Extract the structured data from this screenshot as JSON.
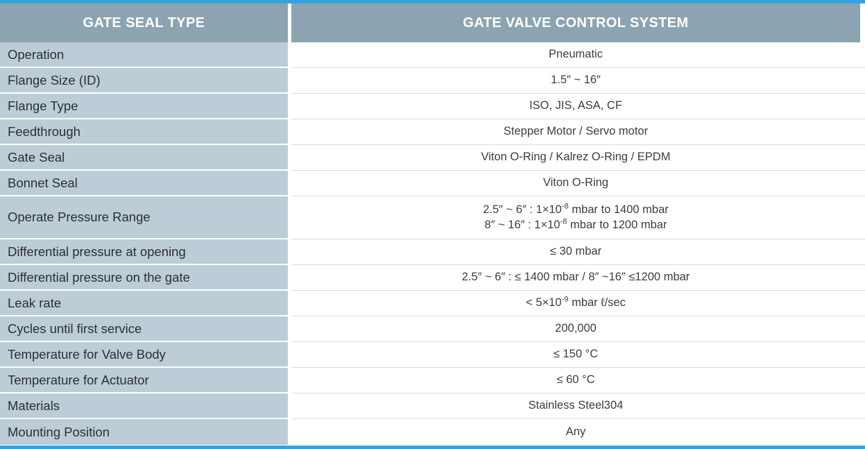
{
  "colors": {
    "accent_line": "#34a3dd",
    "header_bg": "#8ca4b1",
    "label_bg": "#bccdd7",
    "value_bg": "#ffffff",
    "text_dark": "#2c2f33",
    "row_divider": "#dcdcdc"
  },
  "table": {
    "headers": {
      "left": "GATE SEAL TYPE",
      "right": "GATE VALVE CONTROL SYSTEM"
    },
    "rows": [
      {
        "label": "Operation",
        "lines": [
          "Pneumatic"
        ]
      },
      {
        "label": "Flange Size (ID)",
        "lines": [
          "1.5″ ~ 16″"
        ]
      },
      {
        "label": "Flange Type",
        "lines": [
          "ISO, JIS, ASA, CF"
        ]
      },
      {
        "label": "Feedthrough",
        "lines": [
          "Stepper Motor / Servo motor"
        ]
      },
      {
        "label": "Gate Seal",
        "lines": [
          "Viton O-Ring / Kalrez O-Ring / EPDM"
        ]
      },
      {
        "label": "Bonnet Seal",
        "lines": [
          "Viton O-Ring"
        ]
      },
      {
        "label": "Operate Pressure Range",
        "lines": [
          "2.5″ ~ 6″ : 1×10<sup>-8</sup> mbar to 1400 mbar",
          "8″ ~ 16″ : 1×10<sup>-8</sup> mbar to 1200 mbar"
        ]
      },
      {
        "label": "Differential pressure at opening",
        "lines": [
          "≤ 30 mbar"
        ]
      },
      {
        "label": "Differential pressure on the gate",
        "lines": [
          "2.5″ ~ 6″ : ≤ 1400 mbar / 8″ ~16″ ≤1200 mbar"
        ]
      },
      {
        "label": "Leak rate",
        "lines": [
          "< 5×10<sup>-9</sup> mbar ℓ/sec"
        ]
      },
      {
        "label": "Cycles until first service",
        "lines": [
          "200,000"
        ]
      },
      {
        "label": "Temperature for Valve Body",
        "lines": [
          "≤ 150 °C"
        ]
      },
      {
        "label": "Temperature for Actuator",
        "lines": [
          "≤ 60 °C"
        ]
      },
      {
        "label": "Materials",
        "lines": [
          "Stainless Steel304"
        ]
      },
      {
        "label": "Mounting Position",
        "lines": [
          "Any"
        ]
      }
    ]
  }
}
